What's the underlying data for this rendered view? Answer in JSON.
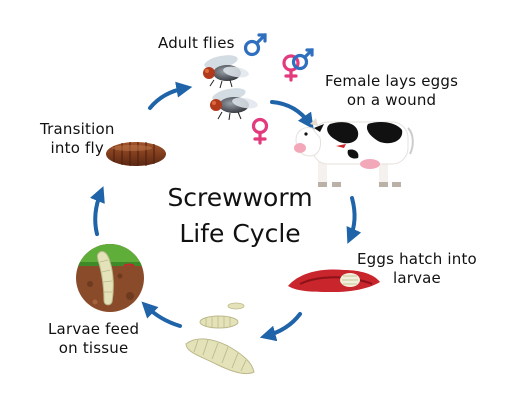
{
  "title": {
    "line1": "Screwworm",
    "line2": "Life Cycle"
  },
  "stages": {
    "adult_flies": {
      "line1": "Adult flies"
    },
    "female_lays": {
      "line1": "Female lays eggs",
      "line2": "on a wound"
    },
    "eggs_hatch": {
      "line1": "Eggs hatch into",
      "line2": "larvae"
    },
    "larvae_feed": {
      "line1": "Larvae feed",
      "line2": "on tissue"
    },
    "transition": {
      "line1": "Transition",
      "line2": "into fly"
    }
  },
  "icons": {
    "male": "male-symbol-icon",
    "female": "female-symbol-icon",
    "intersex": "male-female-symbol-icon"
  },
  "colors": {
    "arrow": "#1f63a8",
    "male_symbol": "#2f6fc0",
    "female_symbol": "#e23a7c",
    "pupa": "#7a3a1f",
    "larva": "#e4e2b8",
    "wound": "#c8252c",
    "soil": "#8a4b2a",
    "grass": "#5fae3a"
  }
}
